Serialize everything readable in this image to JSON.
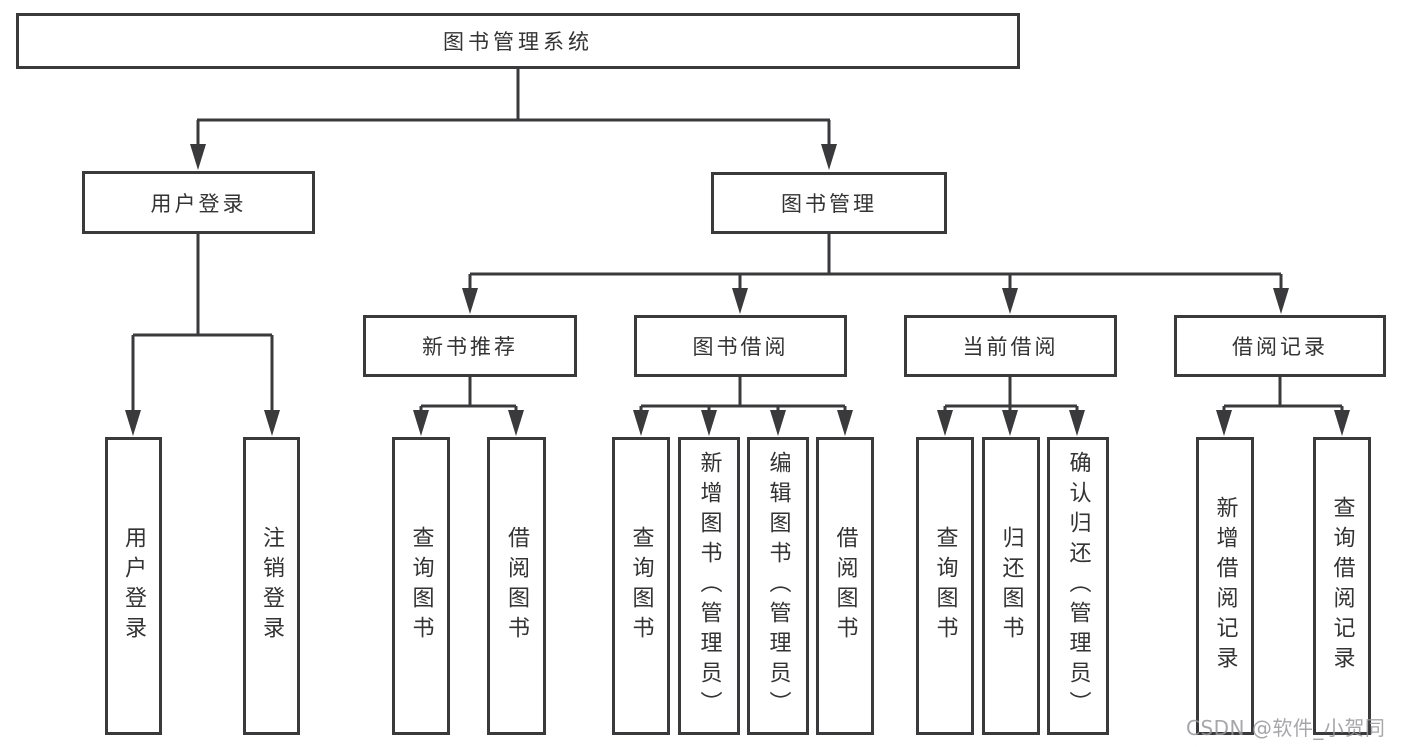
{
  "title": "图书管理系统",
  "colors": {
    "background": "#ffffff",
    "line": "#3a3a3c",
    "text": "#333333",
    "watermark": "#98989c"
  },
  "nodes": {
    "root": "图书管理系统",
    "user_login": "用户登录",
    "book_mgmt": "图书管理",
    "new_book_rec": "新书推荐",
    "book_borrow": "图书借阅",
    "current_borrow": "当前借阅",
    "borrow_records": "借阅记录",
    "ul_user_login": "用户登录",
    "ul_logout": "注销登录",
    "nb_query_book": "查询图书",
    "nb_borrow_book": "借阅图书",
    "bb_query_book": "查询图书",
    "bb_add_book": "新增图书（管理员）",
    "bb_edit_book": "编辑图书（管理员）",
    "bb_borrow_book": "借阅图书",
    "cb_query_book": "查询图书",
    "cb_return_book": "归还图书",
    "cb_confirm_return": "确认归还（管理员）",
    "br_add_record": "新增借阅记录",
    "br_query_record": "查询借阅记录"
  },
  "hierarchy": {
    "图书管理系统": {
      "用户登录": [
        "用户登录",
        "注销登录"
      ],
      "图书管理": {
        "新书推荐": [
          "查询图书",
          "借阅图书"
        ],
        "图书借阅": [
          "查询图书",
          "新增图书（管理员）",
          "编辑图书（管理员）",
          "借阅图书"
        ],
        "当前借阅": [
          "查询图书",
          "归还图书",
          "确认归还（管理员）"
        ],
        "借阅记录": [
          "新增借阅记录",
          "查询借阅记录"
        ]
      }
    }
  },
  "watermark": "CSDN @软件_小贺同学"
}
